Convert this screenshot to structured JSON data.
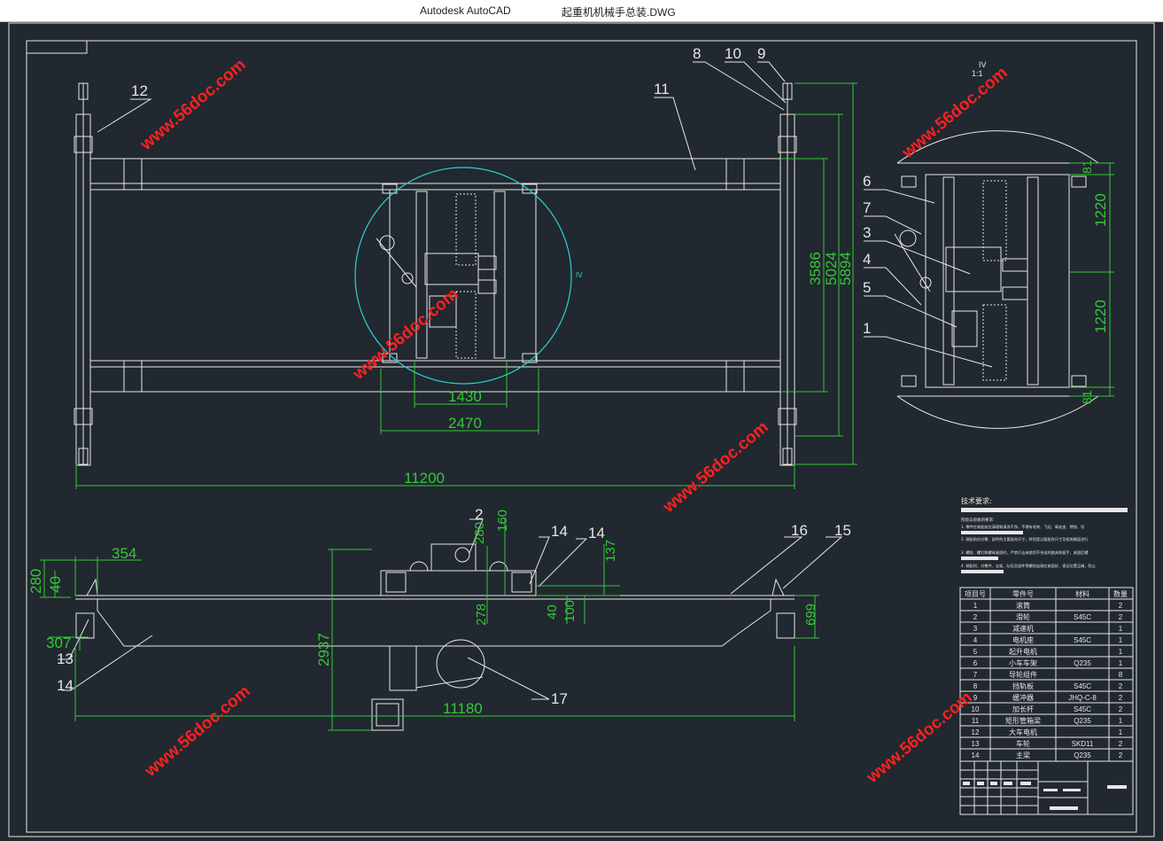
{
  "window": {
    "app_title": "Autodesk AutoCAD",
    "document_title": "起重机机械手总装.DWG"
  },
  "colors": {
    "background": "#212830",
    "outline": "#e6e6e6",
    "dimension": "#34c934",
    "cyan": "#2fd0d0",
    "watermark": "#ff2020"
  },
  "watermark": "www.56doc.com",
  "callouts": {
    "c1": "1",
    "c2": "2",
    "c3": "3",
    "c4": "4",
    "c5": "5",
    "c6": "6",
    "c7": "7",
    "c8": "8",
    "c9": "9",
    "c10": "10",
    "c11": "11",
    "c12": "12",
    "c13": "13",
    "c14a": "14",
    "c14b": "14",
    "c14c": "14",
    "c15": "15",
    "c16": "16",
    "c17": "17"
  },
  "dimensions": {
    "d11200": "11200",
    "d1430": "1430",
    "d2470": "2470",
    "d3586": "3586",
    "d5024": "5024",
    "d5894": "5894",
    "d1220a": "1220",
    "d1220b": "1220",
    "d81a": "81",
    "d81b": "81",
    "d354": "354",
    "d280a": "280",
    "d40a": "40",
    "d307": "307",
    "d2937": "2937",
    "d11180": "11180",
    "d280b": "280",
    "d160": "160",
    "d278": "278",
    "d137": "137",
    "d40b": "40",
    "d100": "100",
    "d699": "699"
  },
  "labels": {
    "iv_circle": "IV",
    "detail_tag": "IV",
    "detail_scale": "1:1"
  },
  "tech": {
    "heading": "技术要求:",
    "intro": "检验与验收的要求:",
    "lines": [
      "1. 零件在装配前应清理和清洗干净，不得有毛刺、飞边、氧化皮、锈蚀、切",
      "2. 装配前应对零、部件的主要配合尺寸，特别是过盈配合尺寸及相关精度进行",
      "3. 螺栓、螺钉和螺母紧固时，严禁打击或使用不合适的旋具和扳手，紧固后螺",
      "4. 装配时，对零件、支架，队伍及部件等螺纹连接应紧固好，保证位置正确，防止"
    ]
  },
  "bom": {
    "headers": [
      "项目号",
      "零件号",
      "材料",
      "数量"
    ],
    "rows": [
      [
        "1",
        "滚筒",
        "",
        "2"
      ],
      [
        "2",
        "滑轮",
        "S45C",
        "2"
      ],
      [
        "3",
        "减速机",
        "",
        "1"
      ],
      [
        "4",
        "电机座",
        "S45C",
        "1"
      ],
      [
        "5",
        "起升电机",
        "",
        "1"
      ],
      [
        "6",
        "小车车架",
        "Q235",
        "1"
      ],
      [
        "7",
        "导轮组件",
        "",
        "8"
      ],
      [
        "8",
        "挡轨板",
        "S45C",
        "2"
      ],
      [
        "9",
        "缓冲器",
        "JHQ-C-8",
        "2"
      ],
      [
        "10",
        "加长杆",
        "S45C",
        "2"
      ],
      [
        "11",
        "矩形管箱梁",
        "Q235",
        "1"
      ],
      [
        "12",
        "大车电机",
        "",
        "1"
      ],
      [
        "13",
        "车轮",
        "SKD11",
        "2"
      ],
      [
        "14",
        "主梁",
        "Q235",
        "2"
      ]
    ]
  }
}
